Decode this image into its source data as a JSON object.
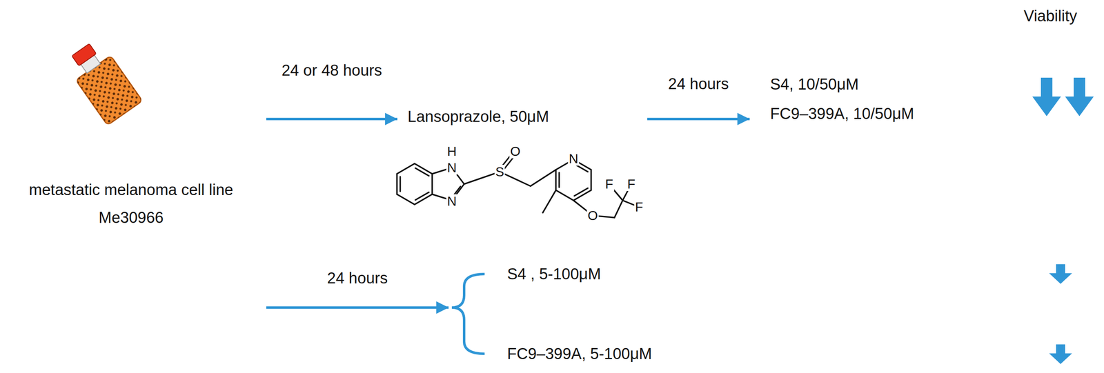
{
  "diagram": {
    "nodes": [
      {
        "text": [
          "metastatic melanoma cell line Me30966"
        ]
      },
      {
        "text": [
          "Lansoprazole, 50μM"
        ]
      },
      {
        "text": [
          "S4, 10/50μM",
          "FC9–399A, 10/50μM"
        ]
      },
      {
        "text": [
          "S4 , 5-100μM"
        ]
      },
      {
        "text": [
          "FC9–399A, 5-100μM"
        ]
      }
    ],
    "edges": [
      {
        "from": 0,
        "to": 1,
        "label": "24 or 48 hours",
        "arrow": "to"
      },
      {
        "from": 1,
        "to": 2,
        "label": "24 hours",
        "arrow": "to"
      },
      {
        "from": 0,
        "to": 3,
        "label": "24 hours",
        "arrow": "to"
      },
      {
        "from": 0,
        "to": 4,
        "arrow": "to"
      }
    ],
    "labels": [
      "Viability",
      "H",
      "N",
      "N",
      "S",
      "O",
      "N",
      "O",
      "F",
      "F",
      "F"
    ]
  }
}
